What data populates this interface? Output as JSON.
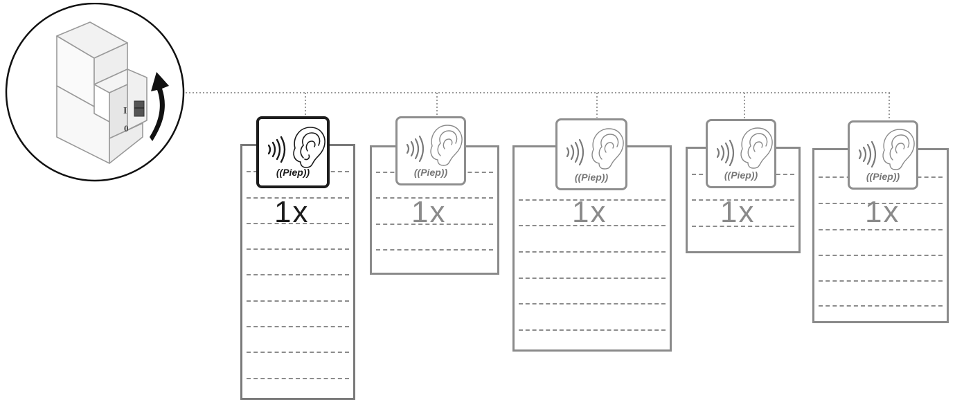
{
  "steps": [
    {
      "count": "1x",
      "sound": "((Piep))",
      "active": true
    },
    {
      "count": "1x",
      "sound": "((Piep))",
      "active": false
    },
    {
      "count": "1x",
      "sound": "((Piep))",
      "active": false
    },
    {
      "count": "1x",
      "sound": "((Piep))",
      "active": false
    },
    {
      "count": "1x",
      "sound": "((Piep))",
      "active": false
    }
  ],
  "device": {
    "switch_labels": [
      "I",
      "0"
    ],
    "icon": "circuit-breaker-switch-up-icon"
  },
  "colors": {
    "active": "#1c1c1c",
    "inactive": "#8a8a8a",
    "dash": "#8c8c8c"
  }
}
